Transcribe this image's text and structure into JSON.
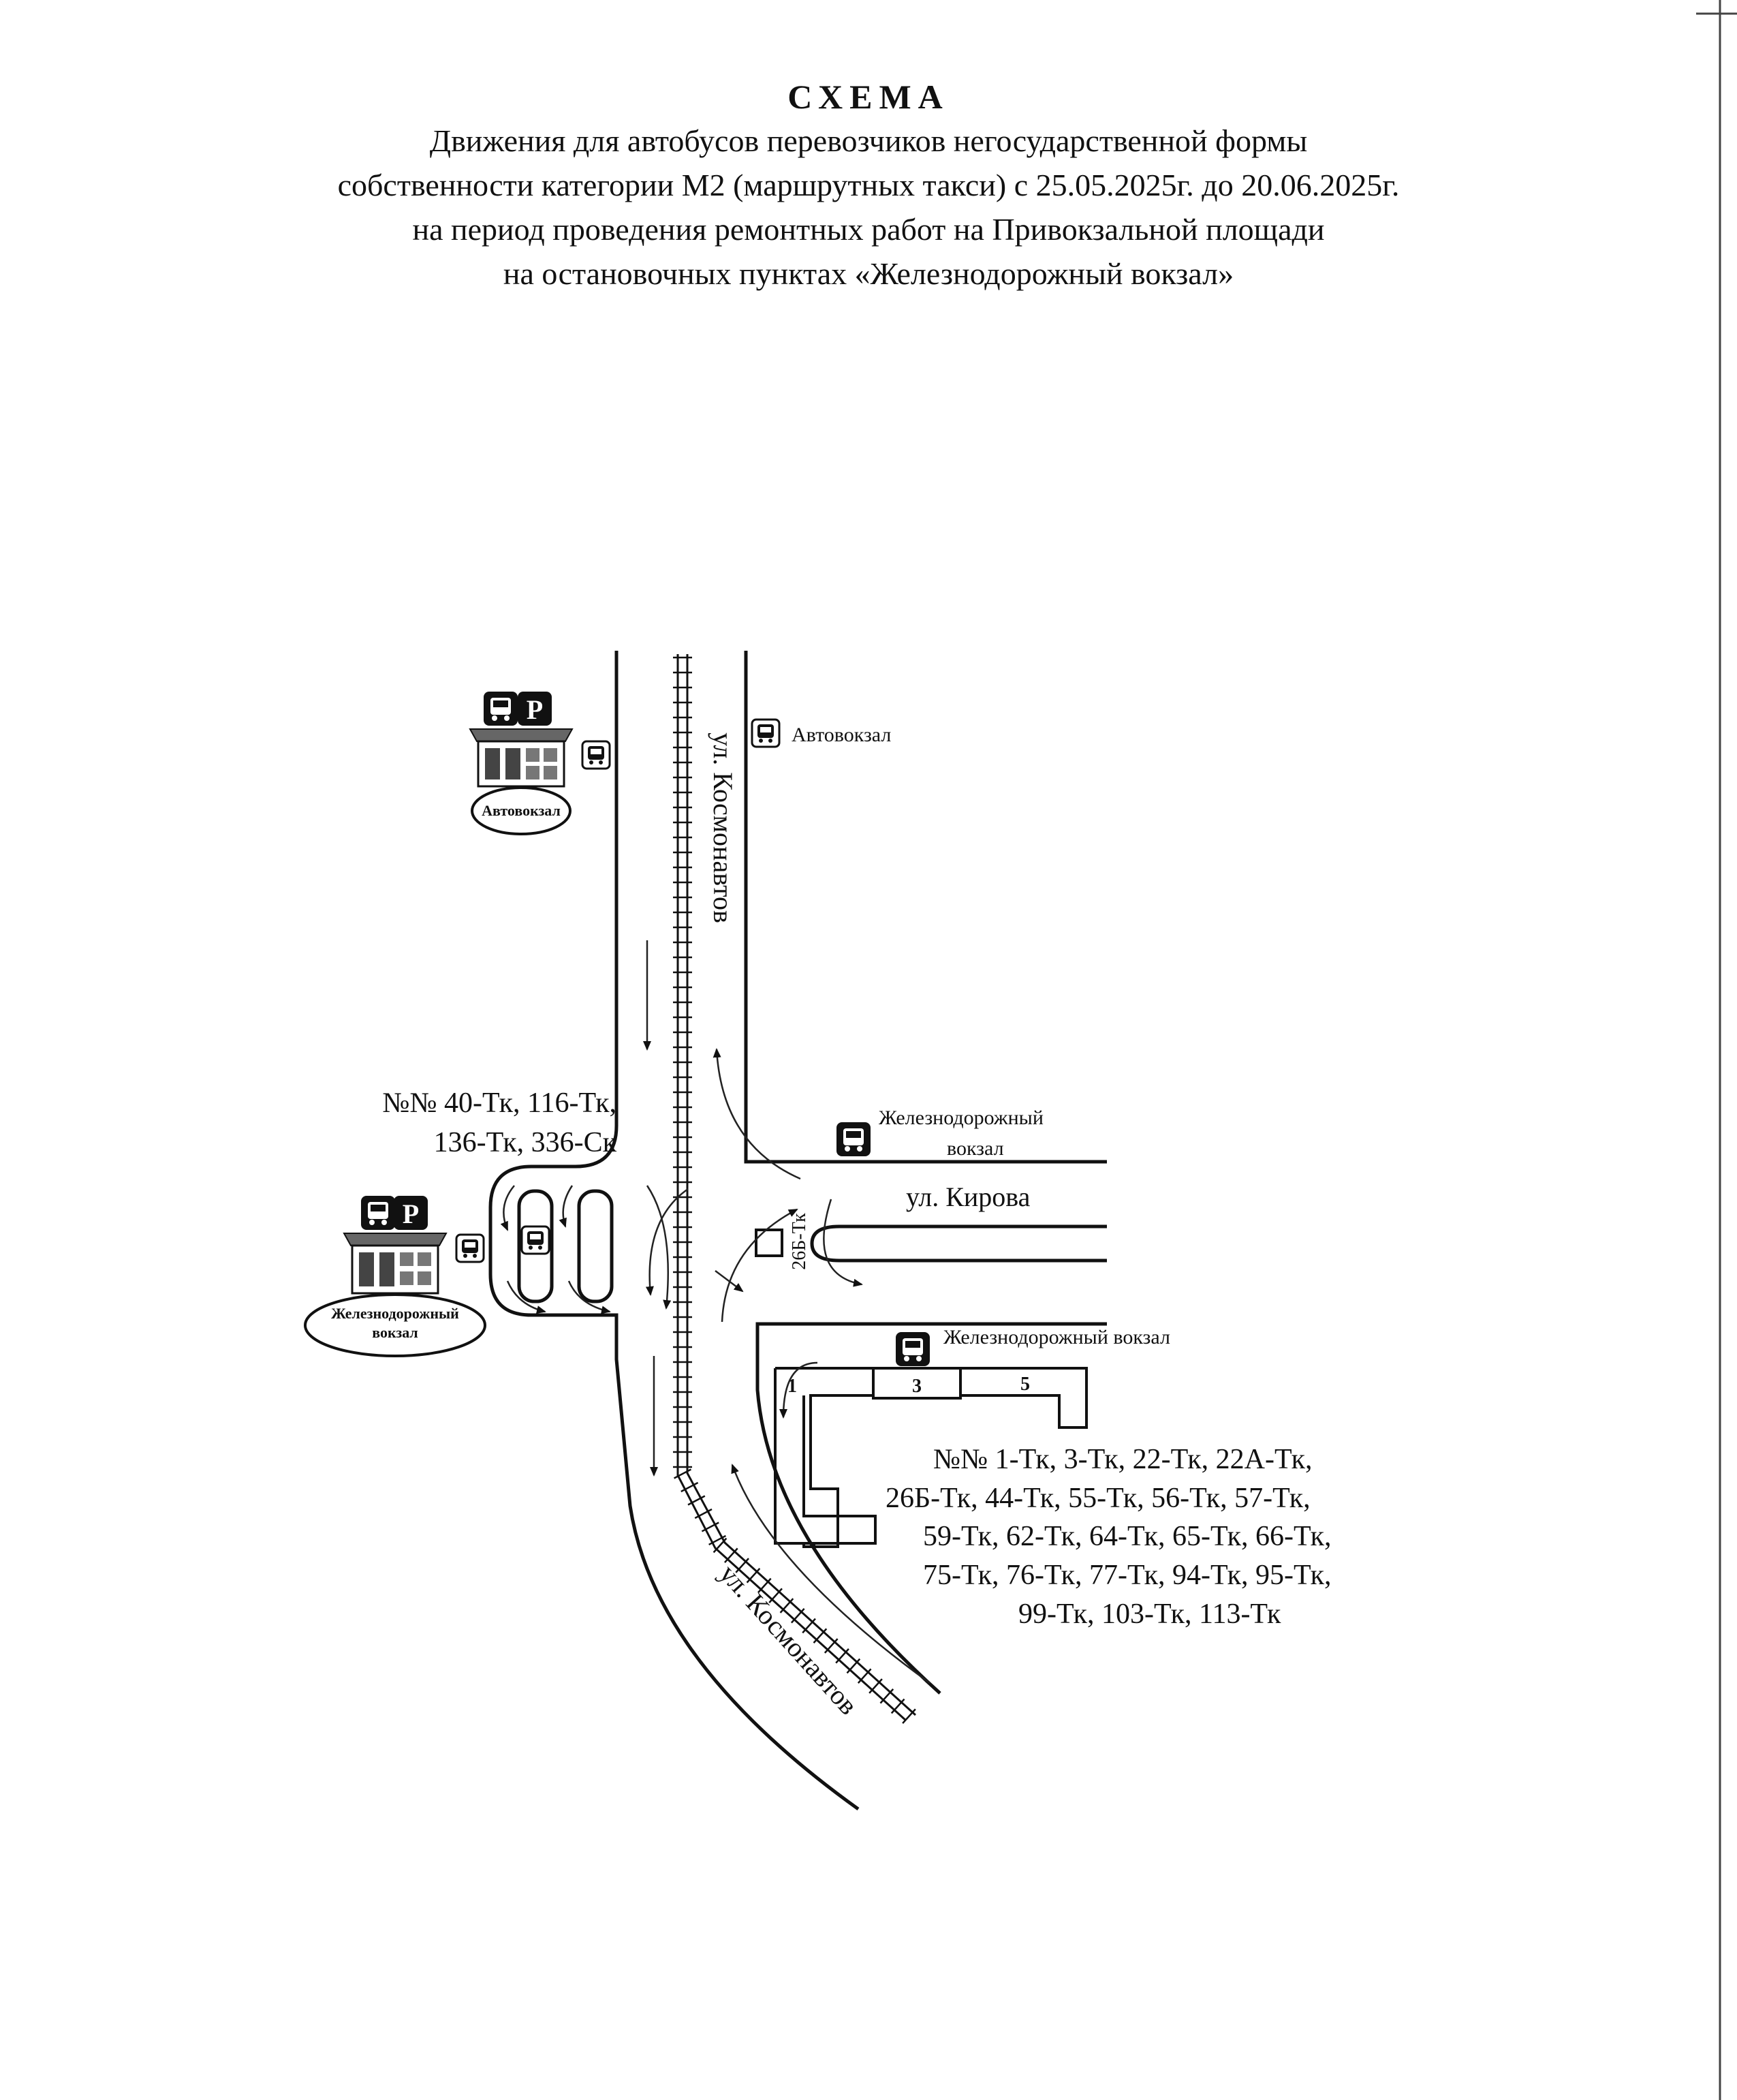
{
  "header": {
    "title": "СХЕМА",
    "line1": "Движения для автобусов перевозчиков негосударственной формы",
    "line2": "собственности категории М2 (маршрутных такси)  с 25.05.2025г. до 20.06.2025г.",
    "line3": "на  период проведения ремонтных работ на Привокзальной площади",
    "line4": "на остановочных пунктах «Железнодорожный вокзал»"
  },
  "streets": {
    "kosmonavtov_top": "ул. Космонавтов",
    "kosmonavtov_bottom": "ул. Космонавтов",
    "kirova": "ул. Кирова"
  },
  "stops": {
    "avtovokzal_top": "Автовокзал",
    "zhd_upper_line1": "Железнодорожный",
    "zhd_upper_line2": "вокзал",
    "zhd_lower": "Железнодорожный вокзал",
    "kirova_route": "26Б-Тк"
  },
  "buildings": {
    "bus_station": "Автовокзал",
    "rail_station_line1": "Железнодорожный",
    "rail_station_line2": "вокзал",
    "parking_letter": "P"
  },
  "routes": {
    "west_line1": "№№ 40-Тк, 116-Тк,",
    "west_line2": "136-Тк, 336-Ск",
    "east_line1": "№№ 1-Тк, 3-Тк, 22-Тк, 22А-Тк,",
    "east_line2": "26Б-Тк, 44-Тк, 55-Тк, 56-Тк, 57-Тк,",
    "east_line3": "59-Тк, 62-Тк, 64-Тк, 65-Тк, 66-Тк,",
    "east_line4": "75-Тк, 76-Тк, 77-Тк, 94-Тк, 95-Тк,",
    "east_line5": "99-Тк, 103-Тк, 113-Тк"
  },
  "platform_numbers": [
    "1",
    "3",
    "5"
  ],
  "icons": [
    "bus-stop-icon",
    "parking-icon",
    "building-icon",
    "direction-arrow-icon"
  ]
}
